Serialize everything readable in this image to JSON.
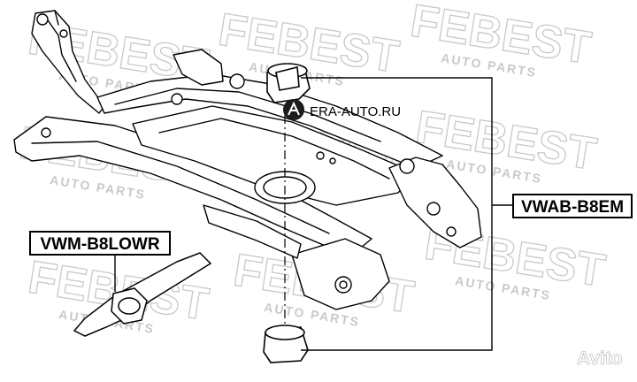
{
  "parts": {
    "engine_mount": "VWAB-B8EM",
    "lower_mount": "VWM-B8LOWR"
  },
  "brand_watermark": {
    "name": "FEBEST",
    "tagline": "AUTO PARTS"
  },
  "site_logo": {
    "text": "ERA-AUTO.RU"
  },
  "avito_badge": {
    "text": "Avito"
  },
  "icons": [
    "era-auto-logo-icon",
    "avito-logo-icon"
  ]
}
